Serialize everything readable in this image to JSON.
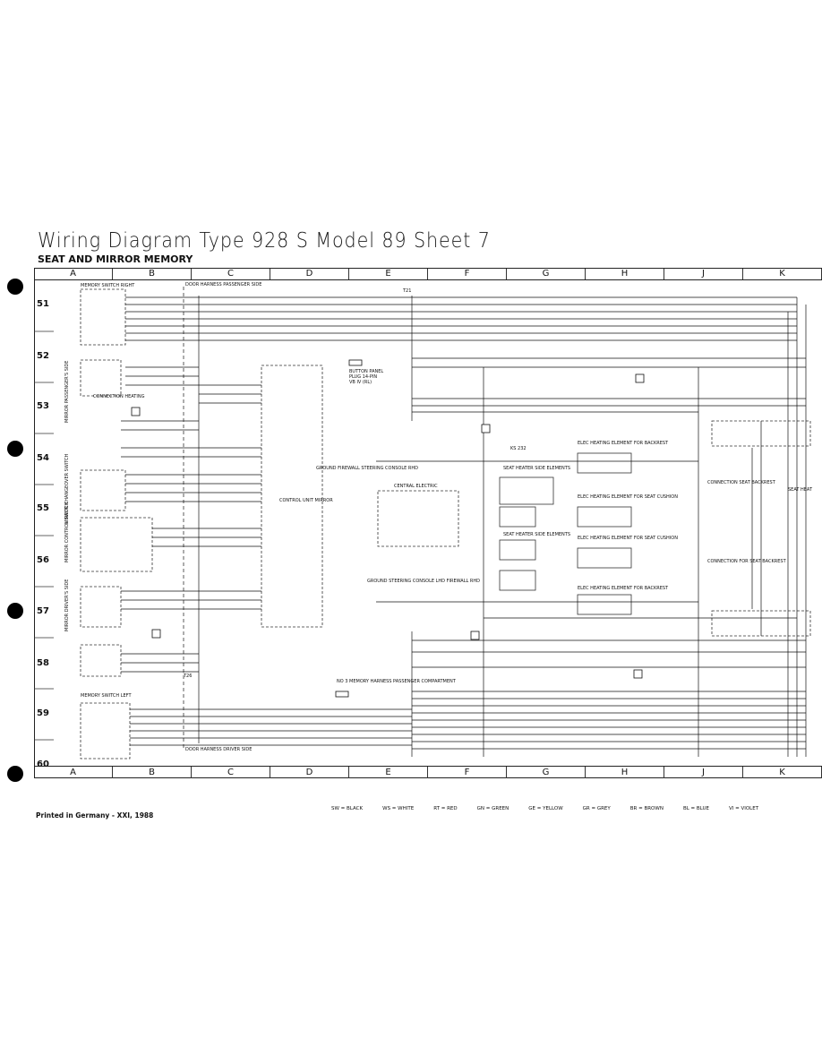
{
  "header": {
    "title": "Wiring Diagram  Type 928 S  Model 89  Sheet 7",
    "subtitle": "SEAT AND MIRROR MEMORY"
  },
  "grid": {
    "columns": [
      "A",
      "B",
      "C",
      "D",
      "E",
      "F",
      "G",
      "H",
      "J",
      "K"
    ],
    "rows": [
      "51",
      "52",
      "53",
      "54",
      "55",
      "56",
      "57",
      "58",
      "59",
      "60"
    ]
  },
  "labels": {
    "memory_switch_right": "MEMORY SWITCH RIGHT",
    "memory_switch_left": "MEMORY SWITCH LEFT",
    "door_harness_passenger": "DOOR HARNESS PASSENGER SIDE",
    "door_harness_driver": "DOOR HARNESS DRIVER SIDE",
    "mirror_passenger": "MIRROR PASSENGER'S SIDE",
    "mirror_changeover": "MIRROR CHANGEOVER SWITCH",
    "mirror_control": "MIRROR CONTROL SWITCH",
    "mirror_driver": "MIRROR DRIVER'S SIDE",
    "connection_heating": "CONNECTION HEATING",
    "button_panel": "BUTTON PANEL",
    "plug": "PLUG 14-PIN",
    "vb": "VB IV (RL)",
    "ground_firewall": "GROUND FIREWALL STEERING CONSOLE RHD",
    "control_unit_mirror": "CONTROL UNIT MIRROR",
    "central_electric": "CENTRAL ELECTRIC",
    "ground_steering": "GROUND STEERING CONSOLE LHD FIREWALL RHD",
    "no3_memory": "NO 3 MEMORY HARNESS PASSENGER COMPARTMENT",
    "ks232": "KS 232",
    "seat_heater_1": "SEAT HEATER SIDE ELEMENTS",
    "seat_heater_2": "SEAT HEATER SIDE ELEMENTS",
    "elec_heat_backrest": "ELEC HEATING ELEMENT FOR BACKREST",
    "elec_heat_cushion_1": "ELEC HEATING ELEMENT FOR SEAT CUSHION",
    "elec_heat_cushion_2": "ELEC HEATING ELEMENT FOR SEAT CUSHION",
    "elec_heat_backrest_2": "ELEC HEATING ELEMENT FOR BACKREST",
    "connection_seat_backrest": "CONNECTION SEAT BACKREST",
    "conn_seat_backrest_2": "CONNECTION FOR SEAT BACKREST",
    "seat_heat": "SEAT HEAT",
    "t21": "T21",
    "t26": "T26"
  },
  "legend": [
    "SW = BLACK",
    "WS = WHITE",
    "RT = RED",
    "GN = GREEN",
    "GE = YELLOW",
    "GR = GREY",
    "BR = BROWN",
    "BL = BLUE",
    "VI = VIOLET"
  ],
  "footer": {
    "printed": "Printed in Germany - XXI, 1988"
  }
}
